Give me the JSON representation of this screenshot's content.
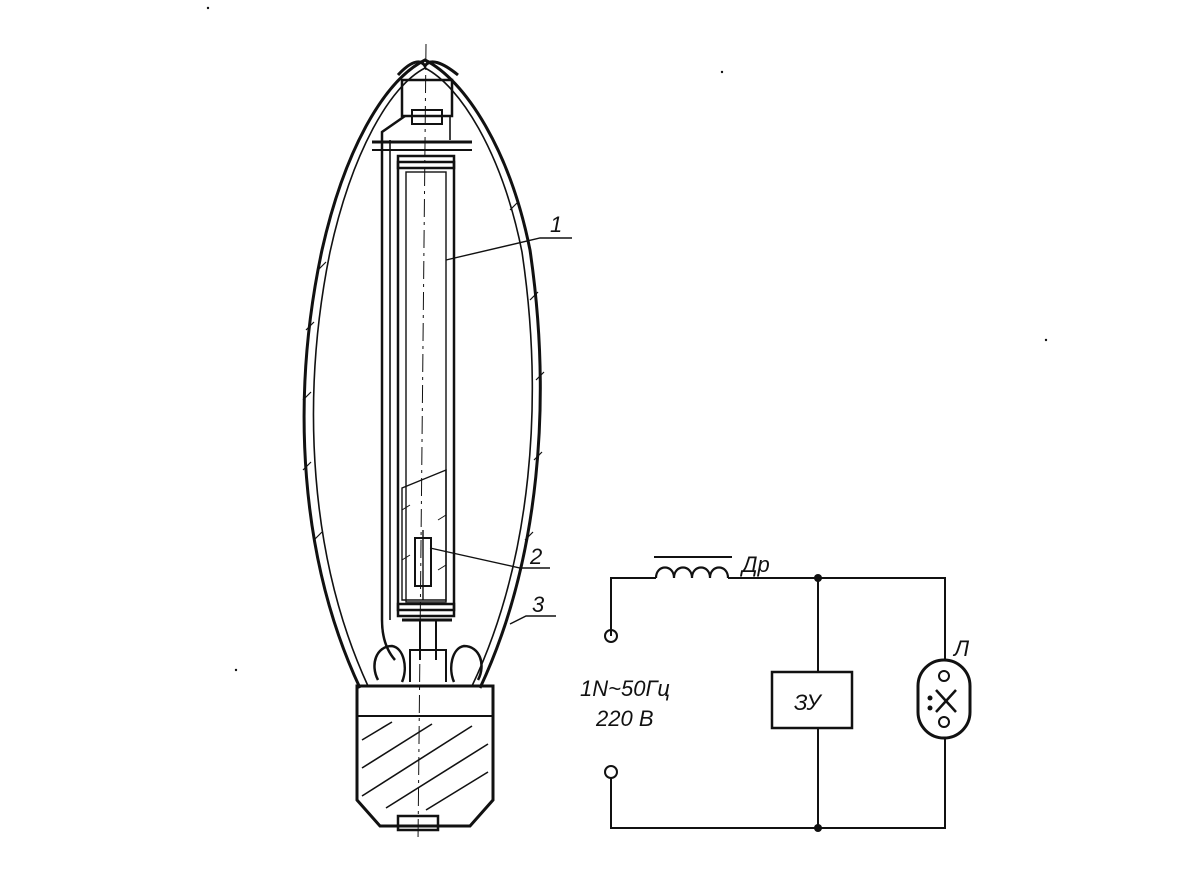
{
  "lamp": {
    "callouts": [
      "1",
      "2",
      "3"
    ]
  },
  "circuit": {
    "supply_line1": "1N~50Гц",
    "supply_line2": "220 В",
    "choke_label": "Др",
    "igniter_label": "ЗУ",
    "lamp_label": "Л"
  },
  "colors": {
    "ink": "#111111",
    "background": "#ffffff"
  }
}
